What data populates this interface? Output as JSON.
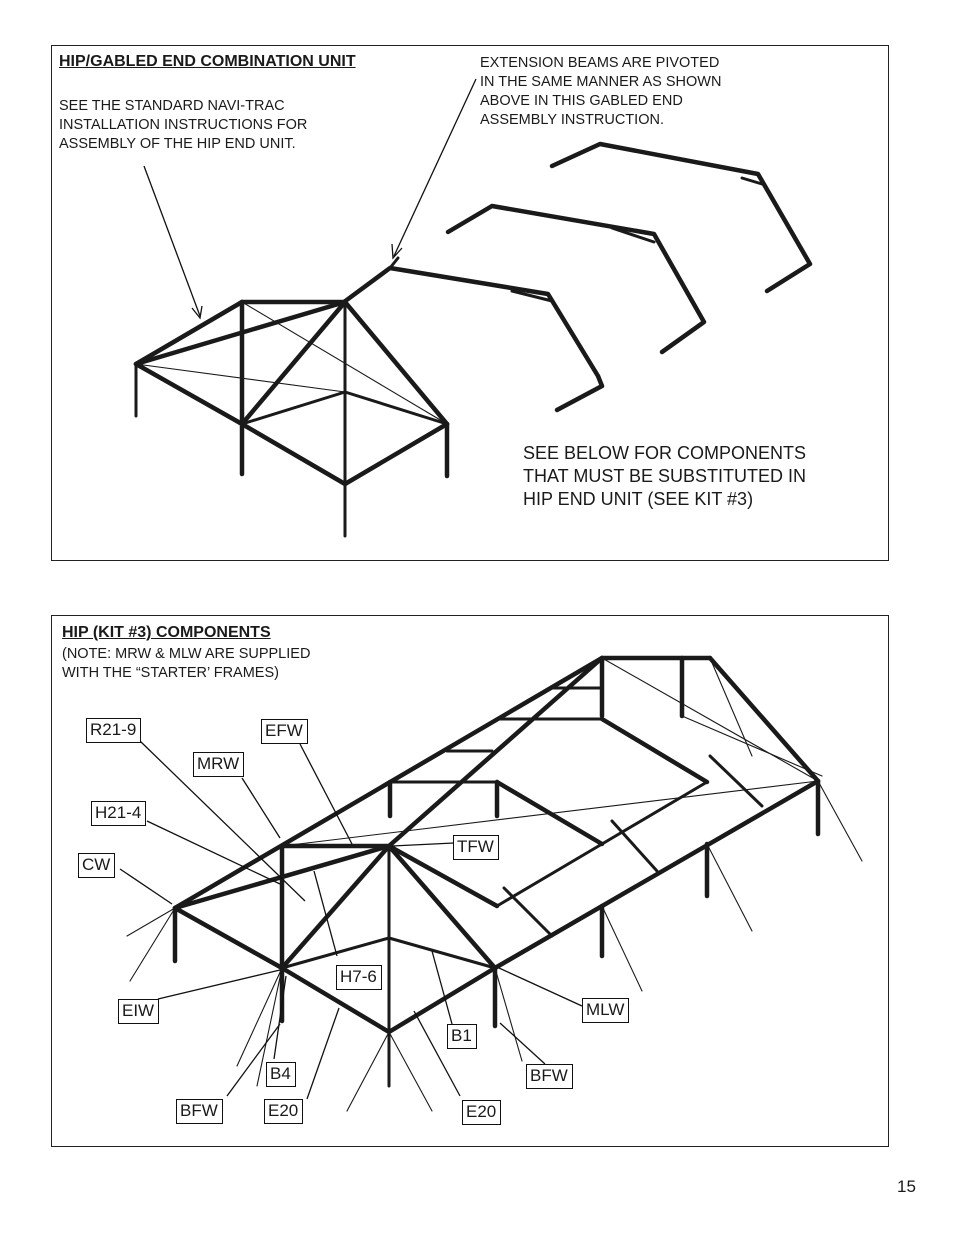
{
  "top_panel": {
    "title": "HIP/GABLED END COMBINATION UNIT",
    "instructions_lines": [
      "SEE THE STANDARD NAVI-TRAC",
      "INSTALLATION INSTRUCTIONS FOR",
      "ASSEMBLY OF THE HIP END UNIT."
    ],
    "extension_note_lines": [
      "EXTENSION BEAMS ARE PIVOTED",
      "IN THE SAME MANNER AS SHOWN",
      "ABOVE IN THIS GABLED END",
      "ASSEMBLY INSTRUCTION."
    ],
    "substitute_note_lines": [
      "SEE BELOW FOR COMPONENTS",
      "THAT MUST BE SUBSTITUTED IN",
      "HIP END UNIT (SEE KIT #3)"
    ]
  },
  "bottom_panel": {
    "title": "HIP (KIT #3) COMPONENTS",
    "note_lines": [
      "(NOTE:  MRW & MLW ARE SUPPLIED",
      "WITH THE “STARTER’ FRAMES)"
    ],
    "labels": {
      "r21_9": "R21-9",
      "efw": "EFW",
      "mrw": "MRW",
      "h21_4": "H21-4",
      "cw": "CW",
      "tfw": "TFW",
      "h7_6": "H7-6",
      "eiw": "EIW",
      "mlw": "MLW",
      "b1": "B1",
      "b4": "B4",
      "bfw_left": "BFW",
      "e20_left": "E20",
      "e20_right": "E20",
      "bfw_right": "BFW"
    }
  },
  "page_number": "15"
}
